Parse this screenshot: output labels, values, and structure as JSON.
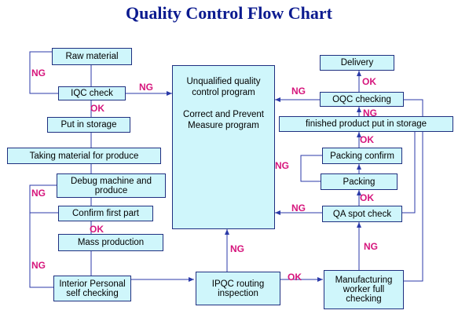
{
  "title": "Quality Control Flow Chart",
  "boxes": {
    "raw_material": "Raw material",
    "iqc_check": "IQC check",
    "put_in_storage": "Put in storage",
    "taking_material": "Taking material for produce",
    "debug_machine": "Debug machine and produce",
    "confirm_first_part": "Confirm first part",
    "mass_production": "Mass production",
    "interior_personal": "Interior Personal self checking",
    "ipqc_routing": "IPQC routing inspection",
    "manufacturing_worker": "Manufacturing worker full checking",
    "qa_spot_check": "QA spot check",
    "packing": "Packing",
    "packing_confirm": "Packing confirm",
    "finished_product_storage": "finished product put in storage",
    "oqc_checking": "OQC checking",
    "delivery": "Delivery",
    "center_line1": "Unqualified quality control program",
    "center_line2": "Correct and Prevent Measure program"
  },
  "labels": {
    "ng": "NG",
    "ok": "OK"
  },
  "colors": {
    "title": "#0b1a8f",
    "box_fill": "#cff6fb",
    "box_border": "#1f2f80",
    "label": "#d6157c",
    "line": "#2b3aa8"
  }
}
